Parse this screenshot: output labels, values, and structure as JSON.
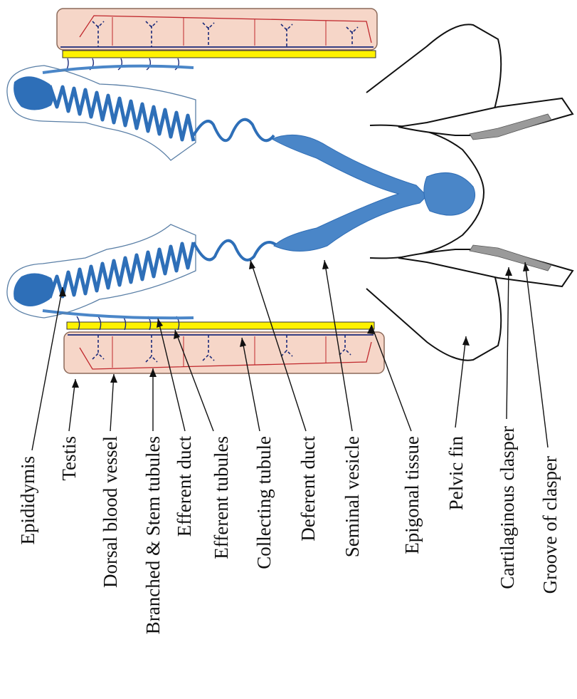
{
  "diagram": {
    "labels": {
      "epididymis": "Epididymis",
      "testis": "Testis",
      "dorsal_blood_vessel": "Dorsal blood vessel",
      "branched_stem_tubules": "Branched & Stem tubules",
      "efferent_duct": "Efferent duct",
      "efferent_tubules": "Efferent tubules",
      "collecting_tubule": "Collecting tubule",
      "deferent_duct": "Deferent duct",
      "seminal_vesicle": "Seminal vesicle",
      "epigonal_tissue": "Epigonal tissue",
      "pelvic_fin": "Pelvic fin",
      "cartilaginous_clasper": "Cartilaginous clasper",
      "groove_of_clasper": "Groove of clasper"
    },
    "colors": {
      "duct_blue": "#4a86c8",
      "duct_outline": "#2f6db5",
      "testis_fill": "#f6d6c8",
      "testis_outline": "#8c6a5a",
      "blood_vessel": "#c0282d",
      "epigonal_yellow": "#fff200",
      "tubule_navy": "#1b2a7a",
      "clasper_gray": "#9a9a9a"
    }
  }
}
